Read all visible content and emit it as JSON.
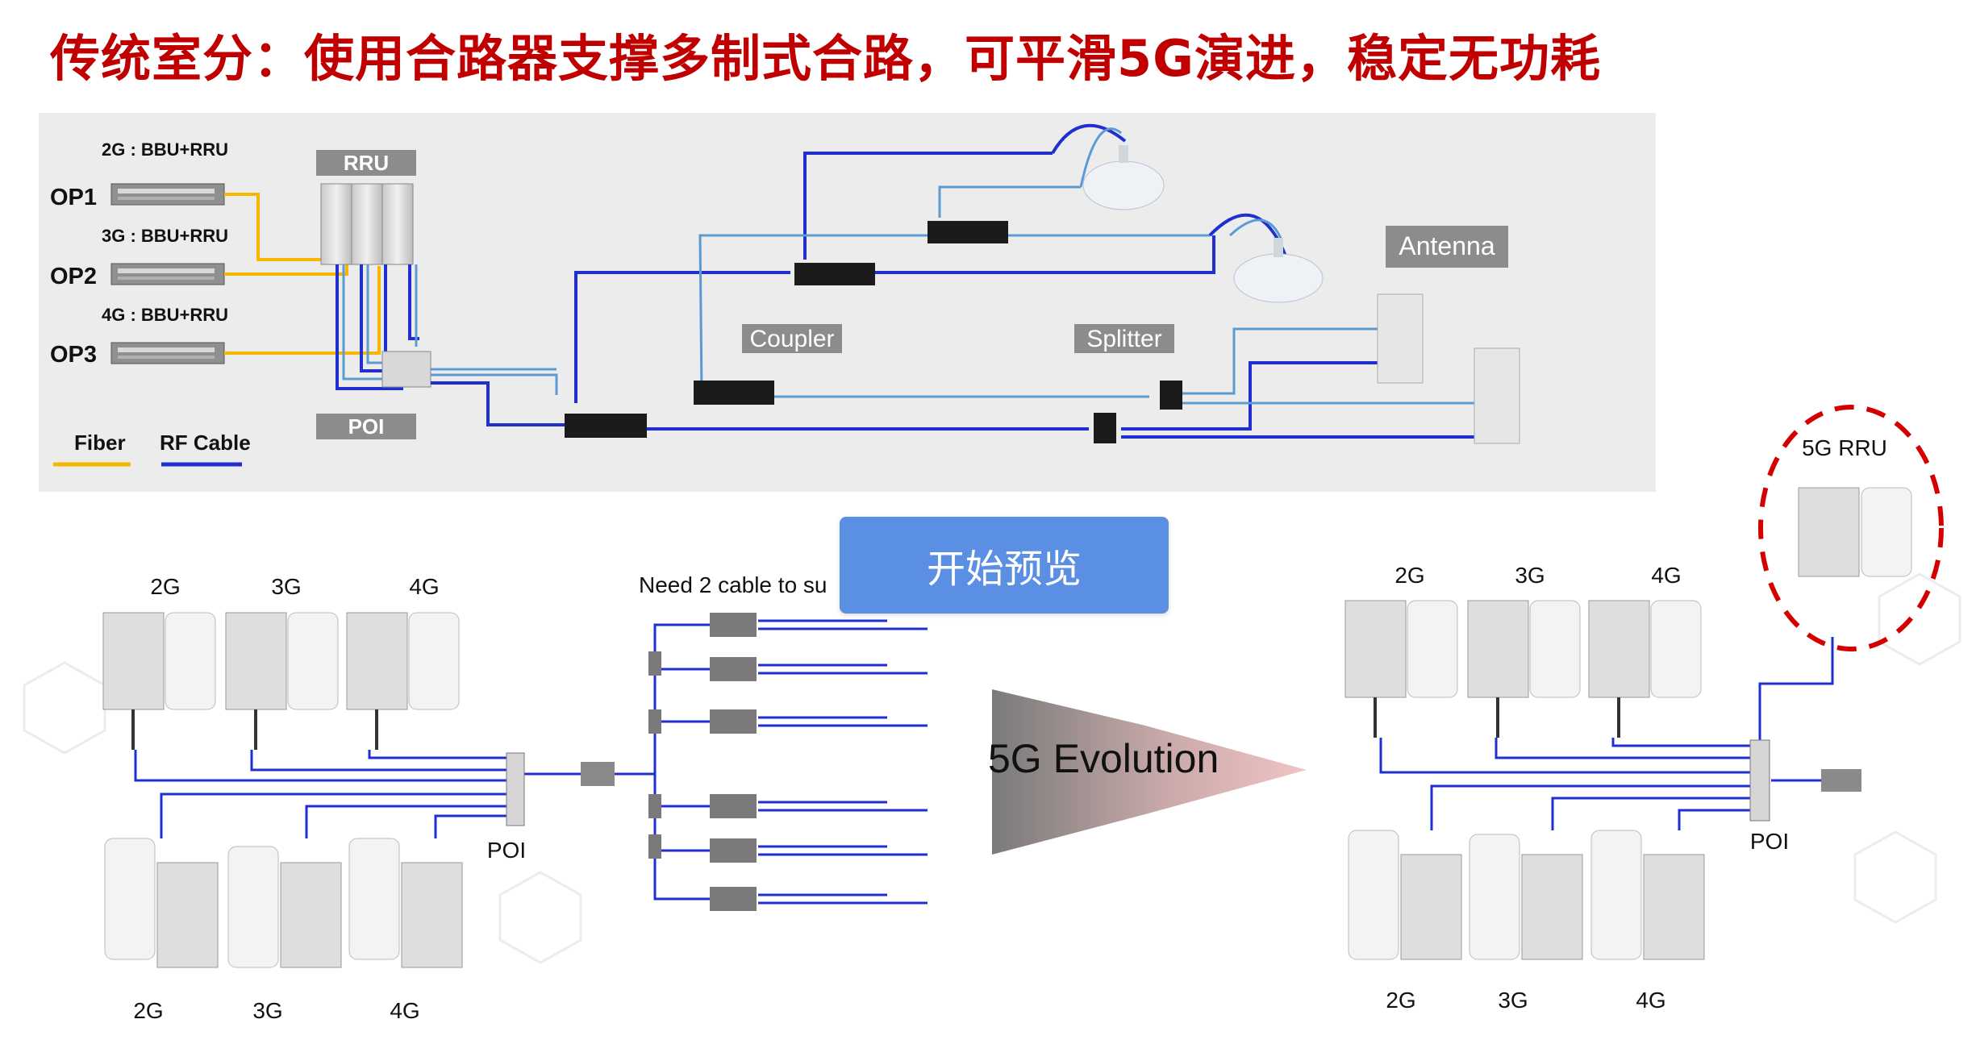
{
  "title": "传统室分：使用合路器支撑多制式合路，可平滑5G演进，稳定无功耗",
  "top": {
    "op_rows": [
      {
        "tech": "2G : BBU+RRU",
        "op": "OP1"
      },
      {
        "tech": "3G : BBU+RRU",
        "op": "OP2"
      },
      {
        "tech": "4G : BBU+RRU",
        "op": "OP3"
      }
    ],
    "rru_label": "RRU",
    "poi_label": "POI",
    "coupler_label": "Coupler",
    "splitter_label": "Splitter",
    "antenna_label": "Antenna",
    "legend": {
      "fiber": "Fiber",
      "rf_cable": "RF Cable"
    }
  },
  "bottom_left": {
    "top_labels": [
      "2G",
      "3G",
      "4G"
    ],
    "bottom_labels": [
      "2G",
      "3G",
      "4G"
    ],
    "poi_label": "POI",
    "note": "Need 2 cable to su"
  },
  "evolution_label": "5G Evolution",
  "bottom_right": {
    "rru5g_label": "5G RRU",
    "top_labels": [
      "2G",
      "3G",
      "4G"
    ],
    "bottom_labels": [
      "2G",
      "3G",
      "4G"
    ],
    "poi_label": "POI"
  },
  "preview_button": "开始预览",
  "colors": {
    "title": "#c00000",
    "fiber": "#f5b700",
    "rf_cable": "#1f2fd0",
    "coax_light": "#5b9bd5",
    "highlight_circle": "#d40000",
    "button": "#5b8fe3"
  }
}
